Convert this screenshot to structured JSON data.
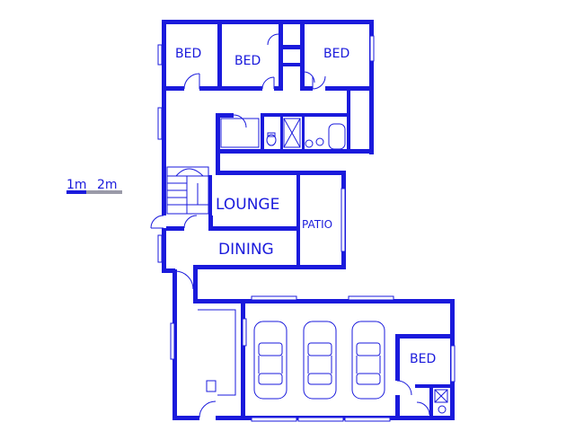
{
  "rooms": {
    "bed_left": "BED",
    "bed_middle": "BED",
    "bed_right": "BED",
    "lounge": "LOUNGE",
    "dining": "DINING",
    "patio": "PATIO",
    "bed_garage": "BED"
  },
  "scale": {
    "label_1": "1m",
    "label_2": "2m"
  },
  "colors": {
    "wall": "#1a1adc",
    "background": "#ffffff"
  }
}
